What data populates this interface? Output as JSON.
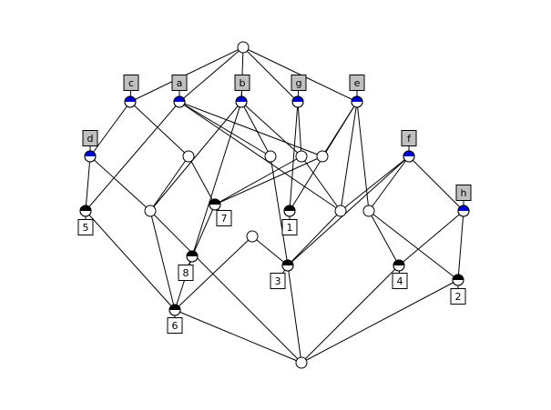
{
  "diagram": {
    "colors": {
      "attribute_fill": "#0000cc",
      "object_fill": "#000000",
      "attribute_label_bg": "#c0c0c0",
      "object_label_bg": "#ffffff"
    },
    "nodes": [
      {
        "id": "top",
        "marker": "none"
      },
      {
        "id": "c",
        "marker": "attribute",
        "attribute": "c"
      },
      {
        "id": "a",
        "marker": "attribute",
        "attribute": "a"
      },
      {
        "id": "b",
        "marker": "attribute",
        "attribute": "b"
      },
      {
        "id": "g",
        "marker": "attribute",
        "attribute": "g"
      },
      {
        "id": "e",
        "marker": "attribute",
        "attribute": "e"
      },
      {
        "id": "d",
        "marker": "attribute",
        "attribute": "d"
      },
      {
        "id": "f",
        "marker": "attribute",
        "attribute": "f"
      },
      {
        "id": "h",
        "marker": "attribute",
        "attribute": "h"
      },
      {
        "id": "m1",
        "marker": "none"
      },
      {
        "id": "m2",
        "marker": "none"
      },
      {
        "id": "m3",
        "marker": "none"
      },
      {
        "id": "m4",
        "marker": "none"
      },
      {
        "id": "m5",
        "marker": "none"
      },
      {
        "id": "m6",
        "marker": "none"
      },
      {
        "id": "m7",
        "marker": "none"
      },
      {
        "id": "m8",
        "marker": "none"
      },
      {
        "id": "o5",
        "marker": "object",
        "object": "5"
      },
      {
        "id": "o7",
        "marker": "object",
        "object": "7"
      },
      {
        "id": "o1",
        "marker": "object",
        "object": "1"
      },
      {
        "id": "o8",
        "marker": "object",
        "object": "8"
      },
      {
        "id": "o3",
        "marker": "object",
        "object": "3"
      },
      {
        "id": "o4",
        "marker": "object",
        "object": "4"
      },
      {
        "id": "o2",
        "marker": "object",
        "object": "2"
      },
      {
        "id": "o6",
        "marker": "object",
        "object": "6"
      },
      {
        "id": "bottom",
        "marker": "none"
      }
    ],
    "edges": [
      [
        "top",
        "c"
      ],
      [
        "top",
        "a"
      ],
      [
        "top",
        "b"
      ],
      [
        "top",
        "g"
      ],
      [
        "top",
        "e"
      ],
      [
        "c",
        "d"
      ],
      [
        "c",
        "m2"
      ],
      [
        "a",
        "o5"
      ],
      [
        "a",
        "m1"
      ],
      [
        "a",
        "m4"
      ],
      [
        "a",
        "m6"
      ],
      [
        "b",
        "m1"
      ],
      [
        "b",
        "m3"
      ],
      [
        "b",
        "o8"
      ],
      [
        "b",
        "m7"
      ],
      [
        "g",
        "m3"
      ],
      [
        "g",
        "o1"
      ],
      [
        "e",
        "m5"
      ],
      [
        "e",
        "o1"
      ],
      [
        "e",
        "m4"
      ],
      [
        "e",
        "m6"
      ],
      [
        "d",
        "o5"
      ],
      [
        "d",
        "m7"
      ],
      [
        "m2",
        "o7"
      ],
      [
        "m2",
        "m7"
      ],
      [
        "m3",
        "o7"
      ],
      [
        "m3",
        "m6"
      ],
      [
        "m4",
        "o7"
      ],
      [
        "f",
        "m5"
      ],
      [
        "f",
        "m6"
      ],
      [
        "f",
        "o3"
      ],
      [
        "f",
        "h"
      ],
      [
        "h",
        "o4"
      ],
      [
        "h",
        "o2"
      ],
      [
        "m1",
        "o3"
      ],
      [
        "m5",
        "o4"
      ],
      [
        "m5",
        "o2"
      ],
      [
        "m6",
        "o3"
      ],
      [
        "m7",
        "o6"
      ],
      [
        "m7",
        "bottom"
      ],
      [
        "o5",
        "o6"
      ],
      [
        "o7",
        "o8"
      ],
      [
        "o8",
        "o6"
      ],
      [
        "m8",
        "o6"
      ],
      [
        "m8",
        "o3"
      ],
      [
        "o6",
        "bottom"
      ],
      [
        "o3",
        "bottom"
      ],
      [
        "o4",
        "bottom"
      ],
      [
        "o2",
        "bottom"
      ]
    ]
  }
}
